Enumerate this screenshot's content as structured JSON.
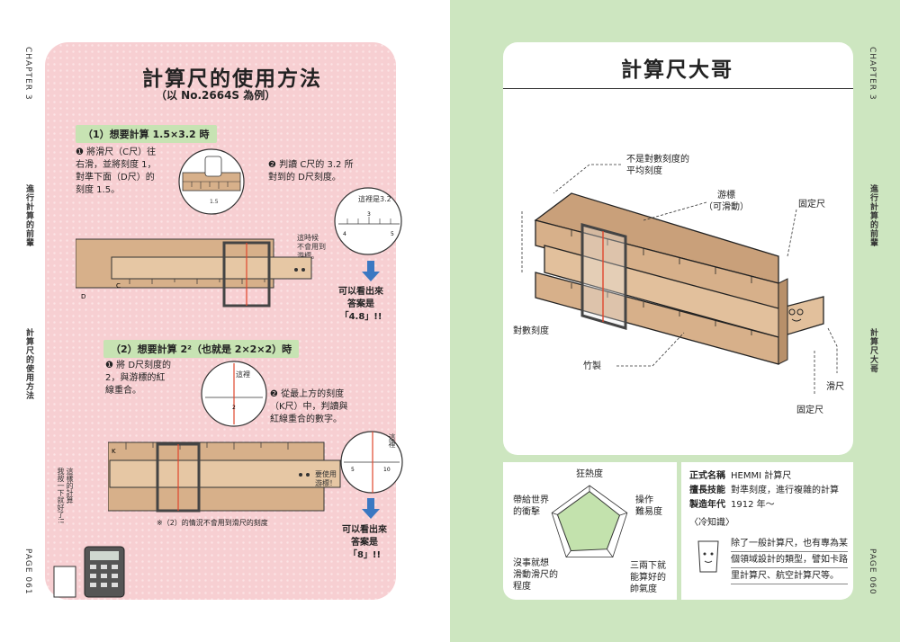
{
  "left": {
    "chapter": "CHAPTER 3",
    "side_section": "進行計算的前輩",
    "side_topic": "計算尺的使用方法",
    "page": "PAGE 061",
    "title": "計算尺的使用方法",
    "subtitle": "（以 No.2664S 為例）",
    "step1": {
      "heading": "（1）想要計算 1.5×3.2 時",
      "note_a": [
        "❶ 將滑尺（C尺）往",
        "右滑，並將刻度 1，",
        "對準下面（D尺）的",
        "刻度 1.5。"
      ],
      "note_b": [
        "❷ 判讀 C尺的 3.2 所",
        "對到的 D尺刻度。"
      ],
      "hand_a": "這裡是3.2",
      "hand_b": [
        "這時候",
        "不會用到",
        "游標。"
      ],
      "answer": [
        "可以看出來",
        "答案是",
        "「4.8」!!"
      ],
      "scale_c": "C",
      "scale_d": "D"
    },
    "step2": {
      "heading": "（2）想要計算 2²（也就是 2×2×2）時",
      "note_a": [
        "❶ 將 D尺刻度的",
        "2，與游標的紅",
        "線重合。"
      ],
      "note_b": [
        "❷ 從最上方的刻度",
        "（K尺）中，判讀與",
        "紅線重合的數字。"
      ],
      "hand_a": "這裡",
      "hand_b": "這裡",
      "hand_c": [
        "要使用",
        "游標！"
      ],
      "hand_d": [
        "這樣的計算",
        "我按一下就好了!!"
      ],
      "footnote": "※（2）的情況不會用到滑尺的刻度",
      "answer": [
        "可以看出來",
        "答案是",
        "「8」!!"
      ],
      "scale_k": "K"
    }
  },
  "right": {
    "chapter": "CHAPTER 3",
    "side_section": "進行計算的前輩",
    "side_topic": "計算尺大哥",
    "page": "PAGE 060",
    "title": "計算尺大哥",
    "labels": {
      "not_log": [
        "不是對數刻度的",
        "平均刻度"
      ],
      "cursor": [
        "游標",
        "（可滑動）"
      ],
      "fixed_top": "固定尺",
      "log_scale": "對數刻度",
      "bamboo": "竹製",
      "slide": "滑尺",
      "fixed_bottom": "固定尺"
    },
    "radar": {
      "axes": [
        "狂熱度",
        "操作\n難易度",
        "三兩下就\n能算好的\n帥氣度",
        "沒事就想\n滑動滑尺的\n程度",
        "帶給世界\n的衝擊"
      ],
      "values": [
        0.85,
        0.8,
        0.75,
        0.8,
        0.85
      ],
      "fill": "#c3e2ad"
    },
    "info": {
      "name_key": "正式名稱",
      "name_val": "HEMMI 計算尺",
      "skill_key": "擅長技能",
      "skill_val": "對準刻度，進行複雜的計算",
      "year_key": "製造年代",
      "year_val": "1912 年～",
      "trivia_title": "〈冷知識〉",
      "trivia": [
        "除了一般計算尺，也有專為某",
        "個領域設計的類型，譬如卡路",
        "里計算尺、航空計算尺等。"
      ]
    }
  },
  "colors": {
    "pink": "#f7cfd2",
    "green": "#cde6c0",
    "accent_red": "#e0452c",
    "arrow_blue": "#3a78c2",
    "wood": "#d7b08a"
  }
}
